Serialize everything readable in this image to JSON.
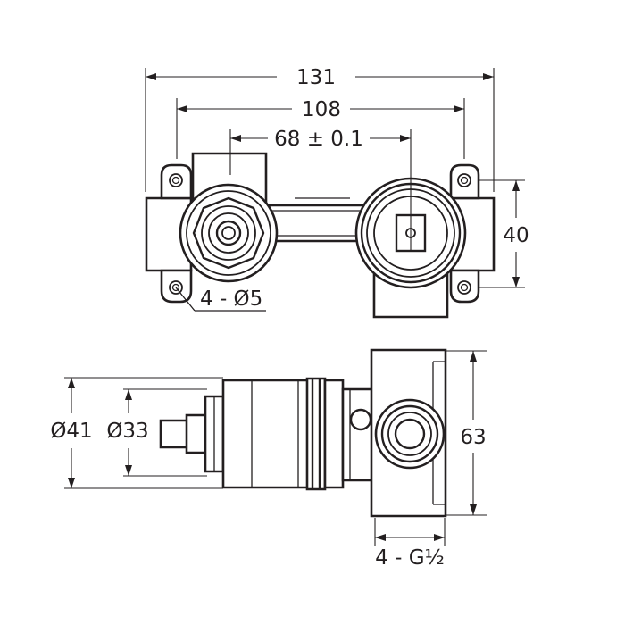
{
  "dimensions": {
    "overall_width": "131",
    "mounting_hole_spacing": "108",
    "outlet_centres": "68 ± 0.1",
    "bracket_height": "40",
    "mounting_holes": "4 - Ø5",
    "outer_diameter": "Ø41",
    "inner_diameter": "Ø33",
    "body_height": "63",
    "connections": "4 - G½"
  },
  "colors": {
    "line": "#231f20",
    "background": "#ffffff"
  }
}
